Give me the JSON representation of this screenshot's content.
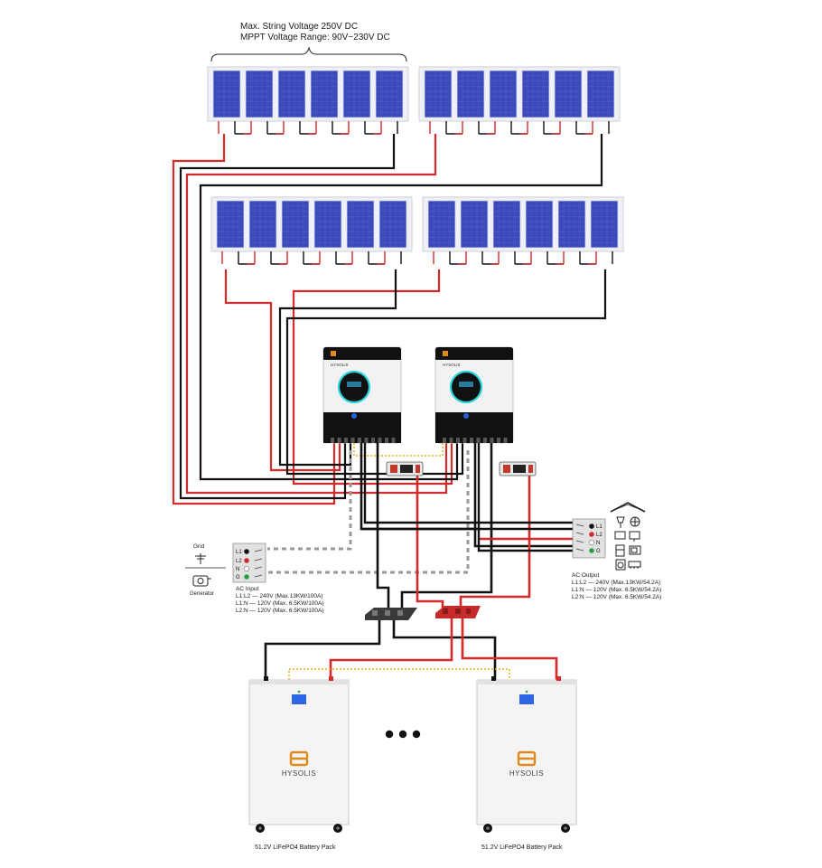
{
  "pv_spec": {
    "line1": "Max. String Voltage 250V DC",
    "line2": "MPPT Voltage Range: 90V~230V DC"
  },
  "brand": "HYSOLIS",
  "ac_input": {
    "title": "AC Input",
    "lines": [
      "L1:L2 — 240V (Max.13KW/100A)",
      "L1:N — 120V (Max. 6.5KW/100A)",
      "L2:N — 120V (Max. 6.5KW/100A)"
    ],
    "terminals": [
      "L1",
      "L2",
      "N",
      "G"
    ],
    "grid_label": "Grid",
    "generator_label": "Generator"
  },
  "ac_output": {
    "title": "AC Output",
    "lines": [
      "L1:L2 — 240V (Max.13KW/54.2A)",
      "L1:N — 120V (Max. 6.5KW/54.2A)",
      "L2:N — 120V (Max. 6.5KW/54.2A)"
    ],
    "terminals": [
      "L1",
      "L2",
      "N",
      "G"
    ]
  },
  "battery": {
    "label": "51.2V LiFePO4 Battery Pack",
    "ellipsis": "• • •"
  },
  "colors": {
    "positive": "#d62a2a",
    "negative": "#111111",
    "comm": "#e6b422",
    "neutral_dash": "#9a9a9a",
    "panel_blue": "#3a49b8",
    "brand_orange": "#e08a1e"
  }
}
